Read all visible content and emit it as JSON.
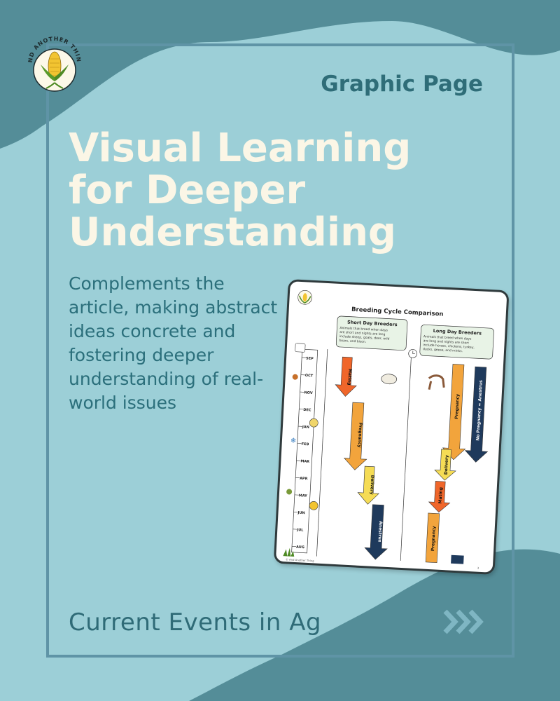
{
  "colors": {
    "background": "#9ccfd7",
    "dark_wave": "#548d98",
    "frame": "#5f94a6",
    "headline": "#fbf6e6",
    "accent_text": "#2f6d78"
  },
  "logo": {
    "arc_text": "AND ANOTHER THING",
    "icon": "corn-icon"
  },
  "tag": "Graphic Page",
  "headline": [
    "Visual Learning",
    "for Deeper",
    "Understanding"
  ],
  "blurb": [
    "Complements the",
    "article, making abstract",
    "ideas concrete and",
    "fostering deeper",
    "understanding of real-",
    "world issues"
  ],
  "footer": "Current Events in Ag",
  "next_icon": "triple-chevron-right-icon",
  "worksheet": {
    "title": "Breeding Cycle Comparison",
    "short_day": {
      "heading": "Short Day Breeders",
      "text": [
        "Animals that breed when days",
        "are short and nights are long",
        "include sheep, goats, deer, wild",
        "boars, and bison."
      ]
    },
    "long_day": {
      "heading": "Long Day Breeders",
      "text": [
        "Animals that breed when days",
        "are long and nights are short",
        "include horses, chickens, turkey,",
        "ducks, geese, and minks."
      ]
    },
    "months": [
      "SEP",
      "OCT",
      "NOV",
      "DEC",
      "JAN",
      "FEB",
      "MAR",
      "APR",
      "MAY",
      "JUN",
      "JUL",
      "AUG"
    ],
    "arrows": {
      "mating": "Mating",
      "pregnancy": "Pregnancy",
      "delivery": "Delivery",
      "anestrus": "Anestrus",
      "no_pregnancy": "No Pregnancy = Anestrus"
    },
    "footer": "© And Another Thing",
    "page_number": "3"
  }
}
